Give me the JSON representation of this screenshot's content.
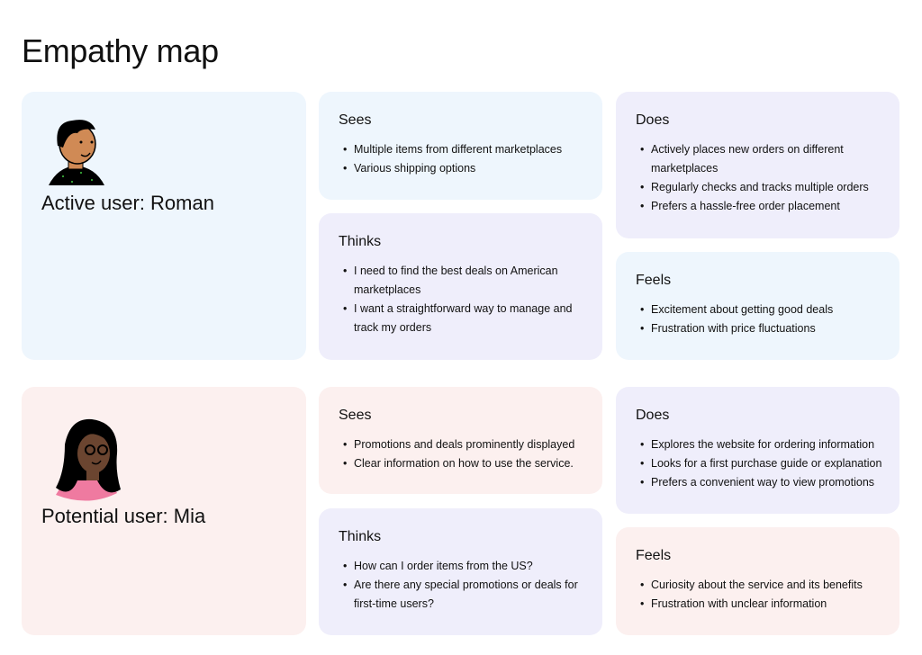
{
  "title": "Empathy map",
  "personas": [
    {
      "name": "Active user: Roman",
      "avatar": "male-avatar-icon",
      "sees": {
        "title": "Sees",
        "items": [
          "Multiple items from different marketplaces",
          "Various shipping options"
        ]
      },
      "thinks": {
        "title": "Thinks",
        "items": [
          "I need to find the best deals on American marketplaces",
          "I want a straightforward way to manage and track my orders"
        ]
      },
      "does": {
        "title": "Does",
        "items": [
          "Actively places new orders on different marketplaces",
          "Regularly checks and tracks multiple orders",
          "Prefers a hassle-free order placement"
        ]
      },
      "feels": {
        "title": "Feels",
        "items": [
          "Excitement about getting good deals",
          "Frustration with price fluctuations"
        ]
      }
    },
    {
      "name": "Potential user: Mia",
      "avatar": "female-avatar-icon",
      "sees": {
        "title": "Sees",
        "items": [
          "Promotions and deals prominently displayed",
          "Clear information on how to use the service."
        ]
      },
      "thinks": {
        "title": "Thinks",
        "items": [
          "How can I order items from the US?",
          "Are there any special promotions or deals for first-time users?"
        ]
      },
      "does": {
        "title": "Does",
        "items": [
          "Explores the website for ordering information",
          "Looks for a first purchase guide or explanation",
          "Prefers a convenient way to view promotions"
        ]
      },
      "feels": {
        "title": "Feels",
        "items": [
          "Curiosity about the service and its benefits",
          "Frustration with unclear information"
        ]
      }
    }
  ],
  "colors": {
    "blue": "#eef6fd",
    "lavender": "#efeefb",
    "pink": "#fcf0ef"
  }
}
